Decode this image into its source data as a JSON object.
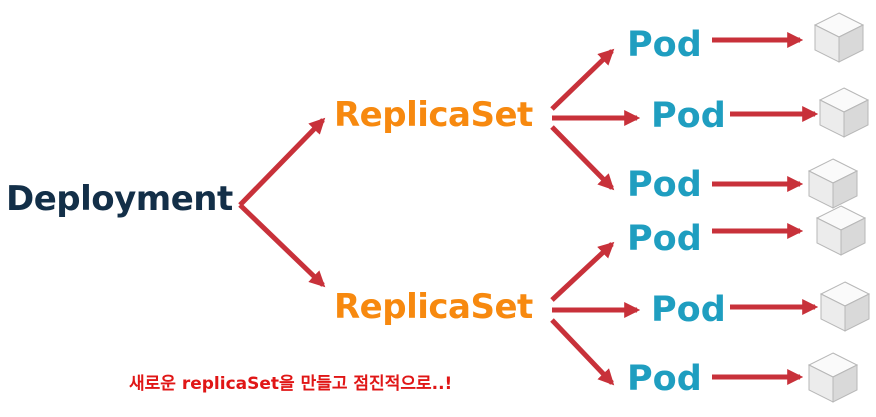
{
  "deployment": {
    "label": "Deployment"
  },
  "replicasets": [
    {
      "label": "ReplicaSet",
      "pods": [
        "Pod",
        "Pod",
        "Pod"
      ]
    },
    {
      "label": "ReplicaSet",
      "pods": [
        "Pod",
        "Pod",
        "Pod"
      ]
    }
  ],
  "note": "새로운 replicaSet을 만들고 점진적으로..!",
  "colors": {
    "deployment": "#132f48",
    "replicaset": "#f7890f",
    "pod": "#1f9ec0",
    "arrow": "#c8313a",
    "note": "#e01616",
    "cube_top": "#fafafa",
    "cube_left": "#ececec",
    "cube_right": "#d9d9d9"
  },
  "icons": {
    "container": "cube-icon"
  }
}
